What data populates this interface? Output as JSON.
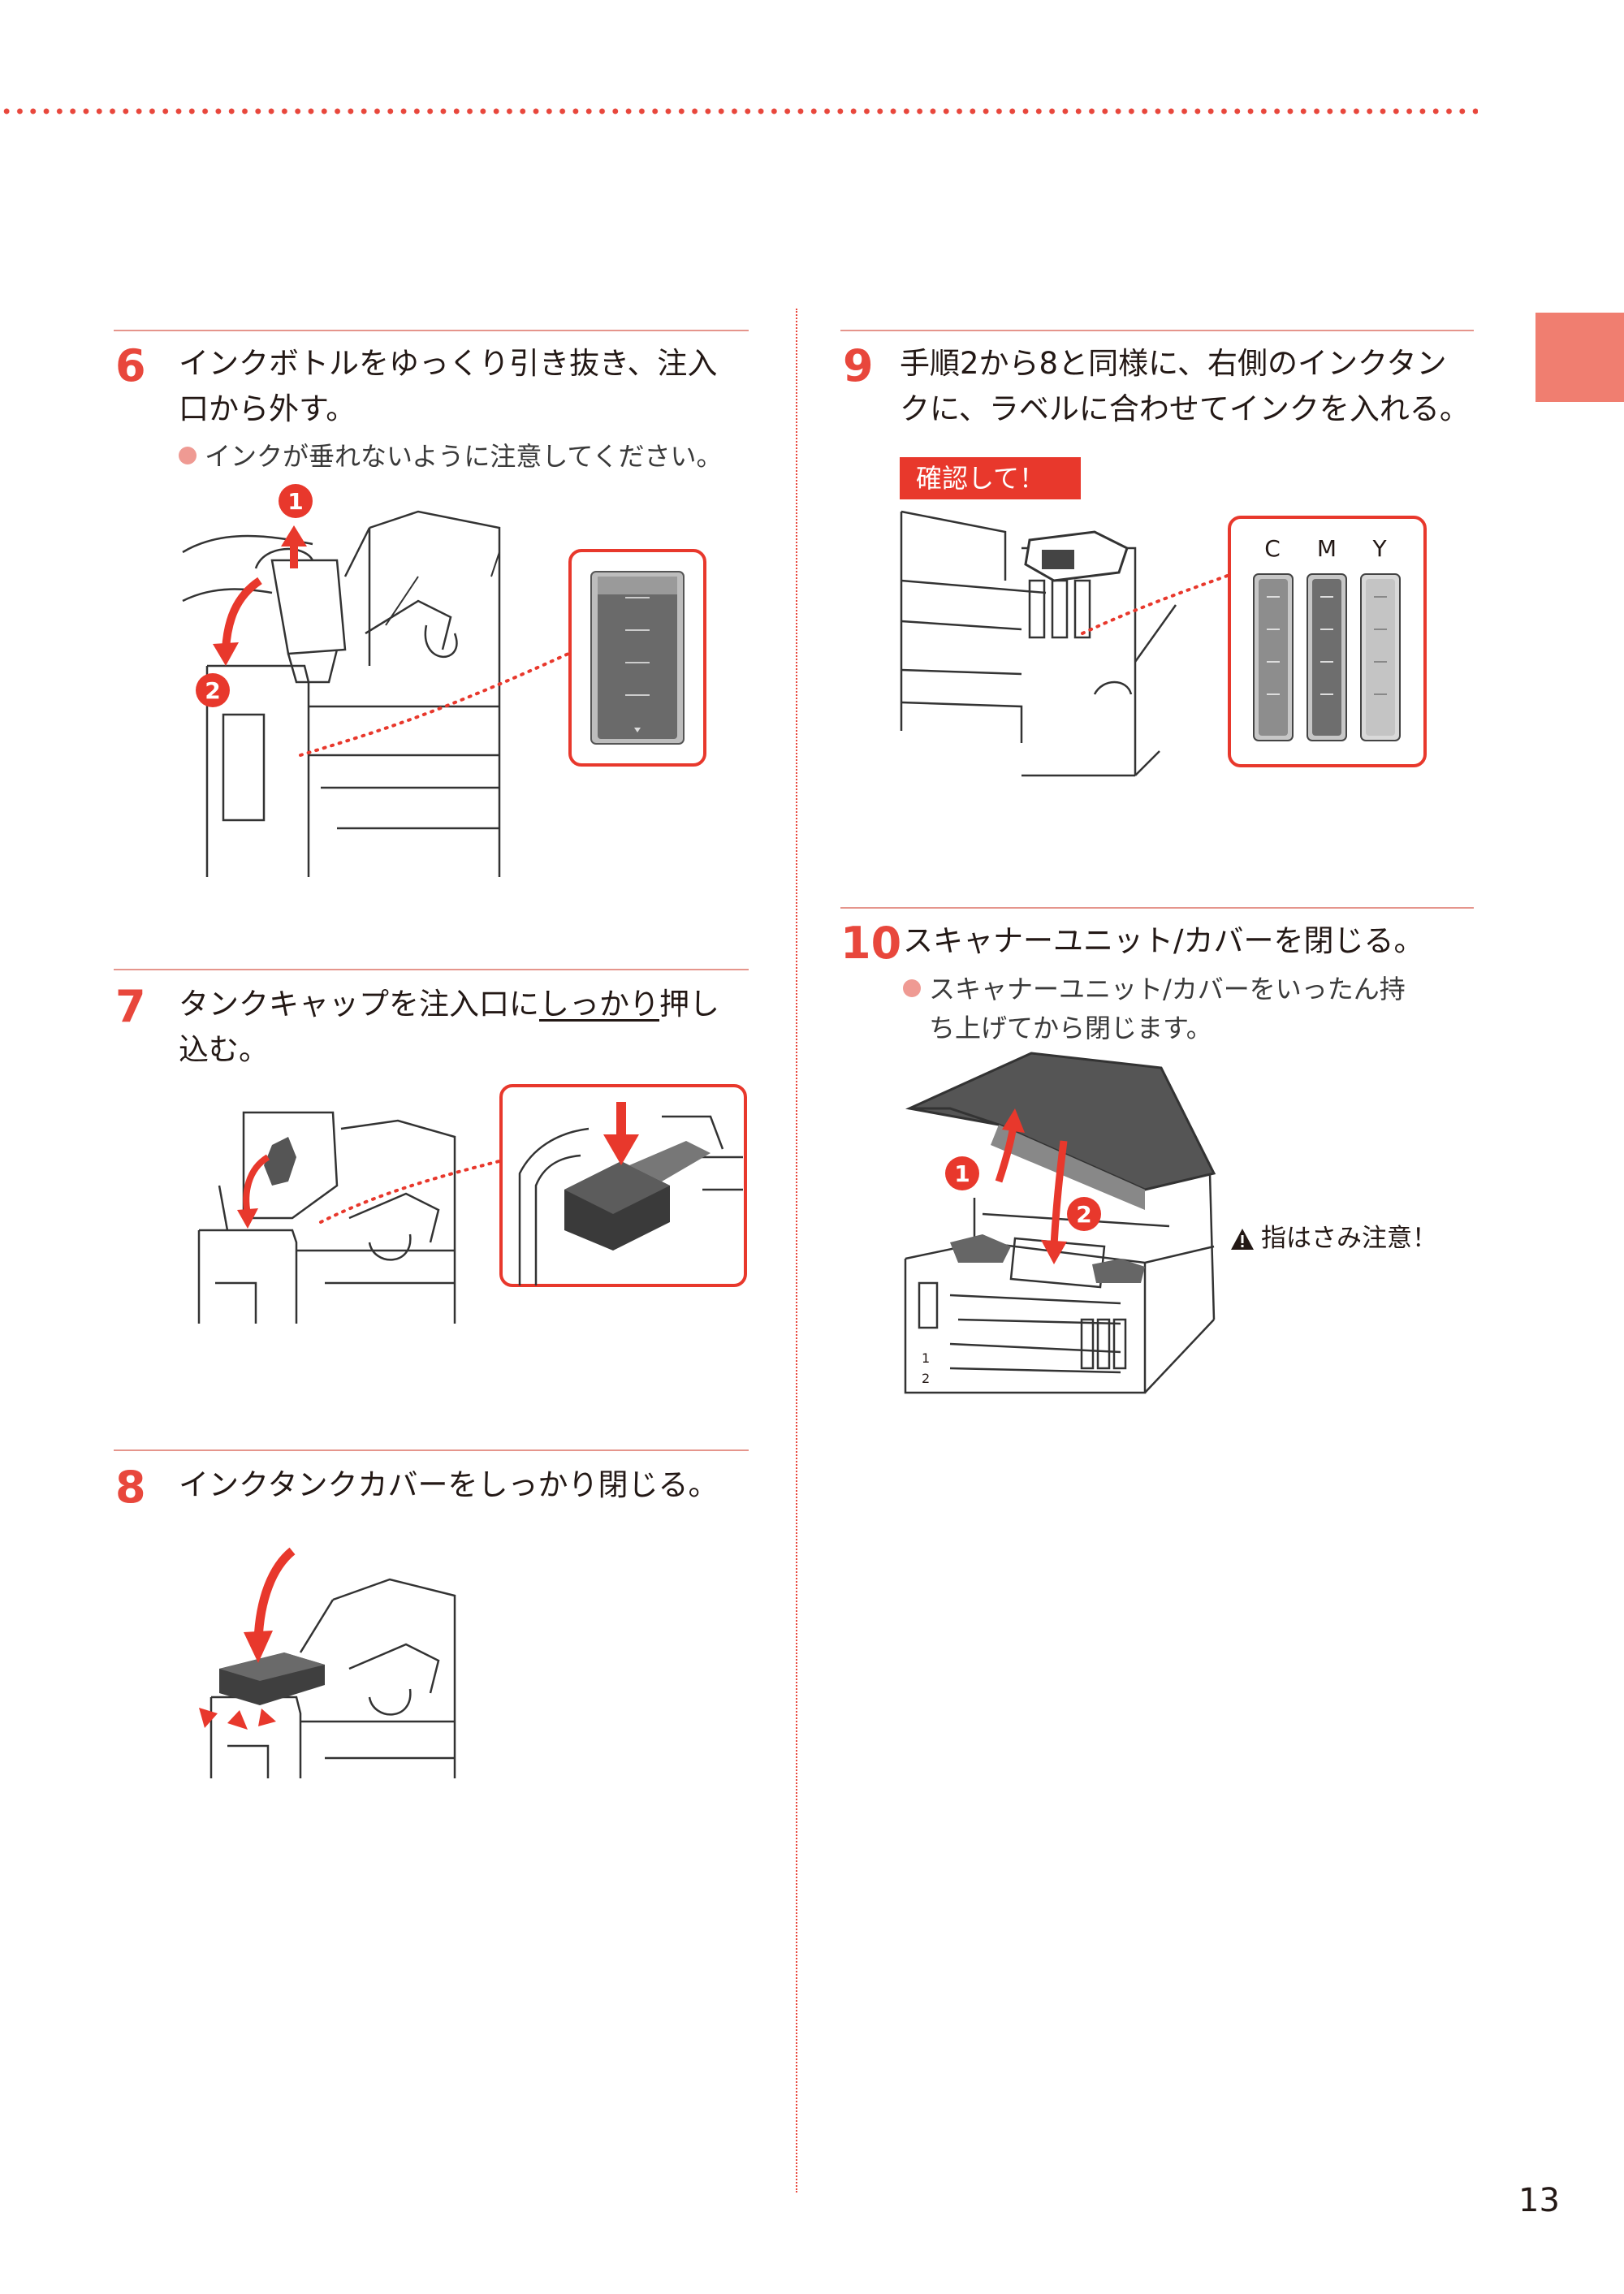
{
  "page_number": "13",
  "steps": {
    "s6": {
      "num": "6",
      "text_1": "インクボトルをゆっくり引き抜き、注入",
      "text_2": "口から外す。",
      "note": "インクが垂れないように注意してください。",
      "callouts": [
        "1",
        "2"
      ]
    },
    "s7": {
      "num": "7",
      "text_pre": "タンクキャップを注入口に",
      "text_em": "しっかり",
      "text_post": "押し",
      "text_2": "込む。"
    },
    "s8": {
      "num": "8",
      "text_1": "インクタンクカバーをしっかり閉じる。"
    },
    "s9": {
      "num": "9",
      "text_1": "手順2から8と同様に、右側のインクタン",
      "text_2": "クに、ラベルに合わせてインクを入れる。",
      "badge": "確認して！",
      "tank_labels": [
        "C",
        "M",
        "Y"
      ]
    },
    "s10": {
      "num": "10",
      "text_1": "スキャナーユニット/カバーを閉じる。",
      "note_1": "スキャナーユニット/カバーをいったん持",
      "note_2": "ち上げてから閉じます。",
      "callouts": [
        "1",
        "2"
      ],
      "warning": "指はさみ注意！",
      "tray_labels": [
        "1",
        "2"
      ]
    }
  },
  "colors": {
    "accent_red": "#e8473c",
    "tab": "#f07e70",
    "badge": "#e8382c"
  }
}
